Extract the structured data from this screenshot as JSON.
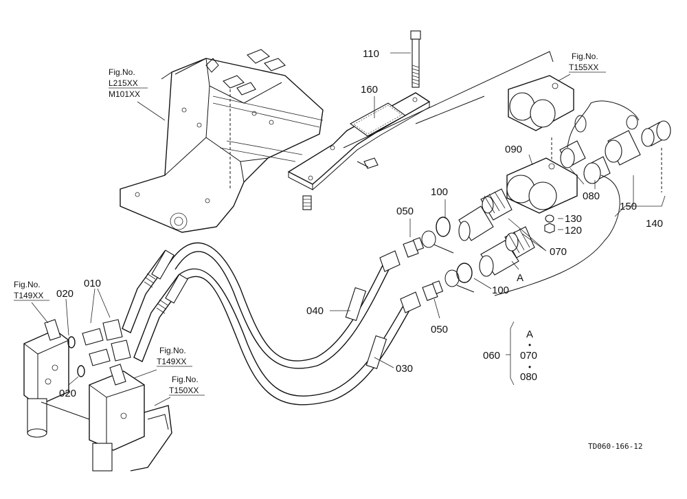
{
  "figure_refs": {
    "l215": {
      "line1": "Fig.No.",
      "line2": "L215XX",
      "line3": "M101XX"
    },
    "t155": {
      "line1": "Fig.No.",
      "line2": "T155XX"
    },
    "t149_left": {
      "line1": "Fig.No.",
      "line2": "T149XX"
    },
    "t149_mid": {
      "line1": "Fig.No.",
      "line2": "T149XX"
    },
    "t150": {
      "line1": "Fig.No.",
      "line2": "T150XX"
    }
  },
  "part_labels": {
    "p110": "110",
    "p160": "160",
    "p090": "090",
    "p100_top": "100",
    "p050_top": "050",
    "p080": "080",
    "p150": "150",
    "p140": "140",
    "p130": "130",
    "p120": "120",
    "p070": "070",
    "p_a": "A",
    "p100_bottom": "100",
    "p040": "040",
    "p050_bottom": "050",
    "p030": "030",
    "p010": "010",
    "p020_top": "020",
    "p020_bottom": "020"
  },
  "legend": {
    "group": "060",
    "item_a": "A",
    "item_070": "070",
    "item_080": "080",
    "sep1": "•",
    "sep2": "•"
  },
  "drawing_number": "TD060-166-12"
}
